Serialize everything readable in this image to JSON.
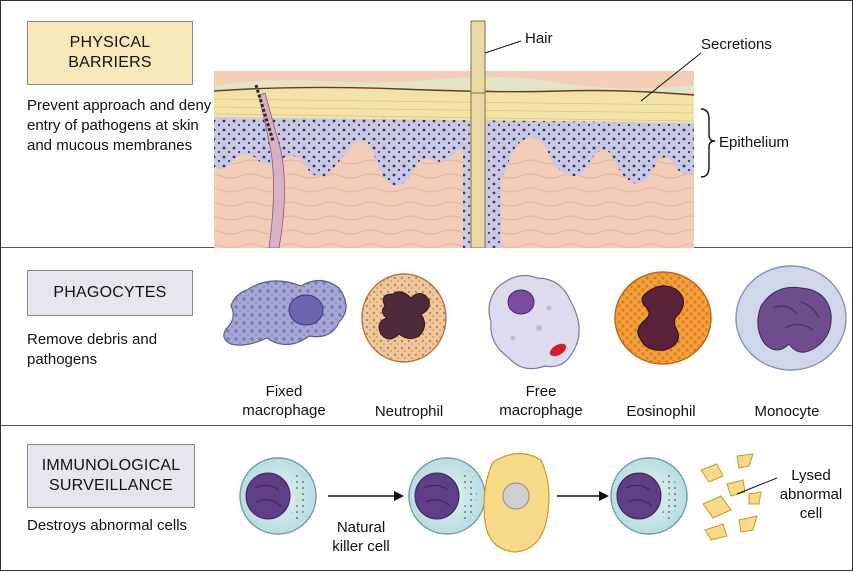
{
  "panels": {
    "physical": {
      "title": "PHYSICAL\nBARRIERS",
      "description": "Prevent approach and deny entry of pathogens at skin and mucous membranes",
      "callouts": {
        "hair": "Hair",
        "secretions": "Secretions",
        "epithelium": "Epithelium"
      }
    },
    "phagocytes": {
      "title": "PHAGOCYTES",
      "description": "Remove debris and pathogens",
      "cells": [
        "Fixed\nmacrophage",
        "Neutrophil",
        "Free\nmacrophage",
        "Eosinophil",
        "Monocyte"
      ]
    },
    "surveillance": {
      "title": "IMMUNOLOGICAL\nSURVEILLANCE",
      "description": "Destroys abnormal cells",
      "callouts": {
        "nk": "Natural\nkiller cell",
        "lysed": "Lysed\nabnormal\ncell"
      }
    }
  },
  "colors": {
    "label_physical": "#fbe8b8",
    "label_other": "#e6e6ee",
    "skin": "#f3cdb8",
    "epidermis": "#c9c8e6",
    "stratum": "#f4e3a8",
    "nucleus": "#5d3f86",
    "abnormal_cell": "#f7da87"
  }
}
